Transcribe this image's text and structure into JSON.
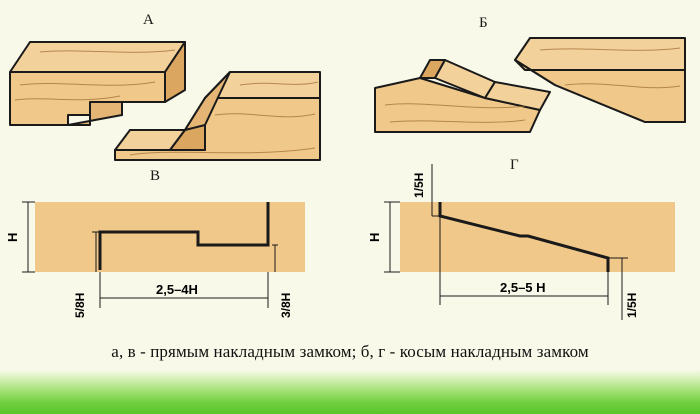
{
  "figure": {
    "labels": {
      "a": "А",
      "b": "Б",
      "v": "В",
      "g": "Г"
    },
    "diagram_v": {
      "h": "H",
      "left_offset": "5/8H",
      "length": "2,5–4H",
      "right_offset": "3/8H"
    },
    "diagram_g": {
      "h": "H",
      "top_offset": "1/5H",
      "length": "2,5–5 H",
      "bottom_offset": "1/5H"
    },
    "caption": "а, в - прямым накладным замком; б, г - косым накладным замком"
  },
  "colors": {
    "wood": "#F0C88A",
    "wood_dark": "#DBA660",
    "ink": "#1a1a1a",
    "green": "#5CC62E"
  }
}
